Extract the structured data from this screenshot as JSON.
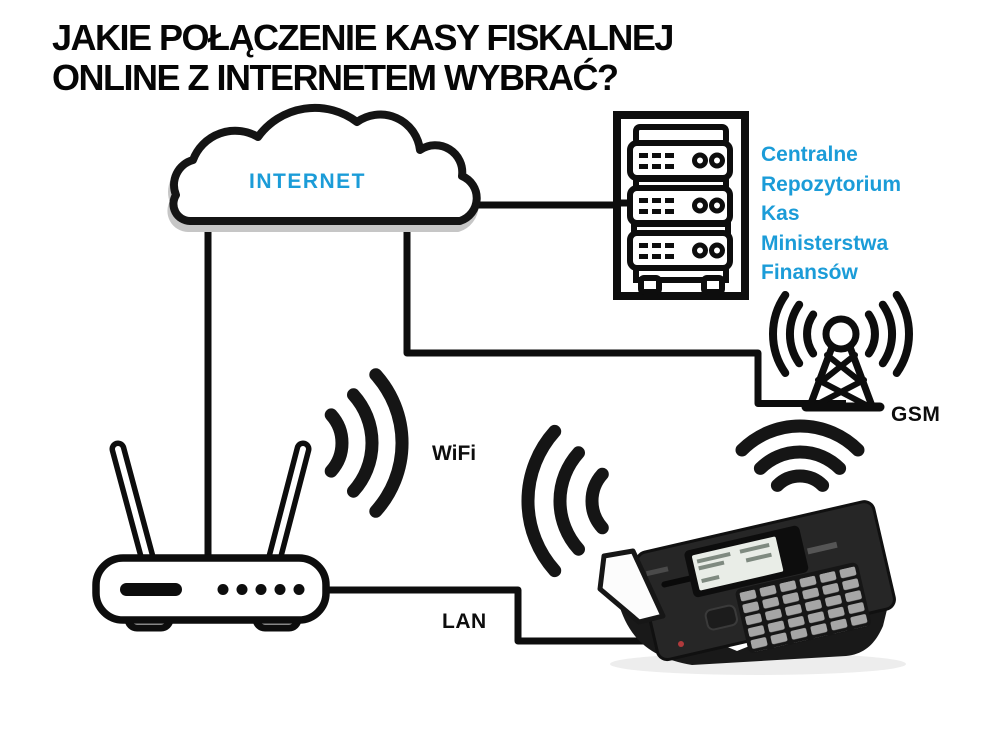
{
  "title": {
    "line1": "JAKIE POŁĄCZENIE KASY FISKALNEJ",
    "line2": "ONLINE Z INTERNETEM WYBRAĆ?"
  },
  "labels": {
    "internet": "INTERNET",
    "repository": [
      "Centralne",
      "Repozytorium",
      "Kas",
      "Ministerstwa",
      "Finansów"
    ],
    "gsm": "GSM",
    "wifi": "WiFi",
    "lan": "LAN"
  },
  "colors": {
    "accent_blue": "#1b9cd8",
    "diagram_black": "#0d0d0d",
    "background": "#ffffff"
  }
}
